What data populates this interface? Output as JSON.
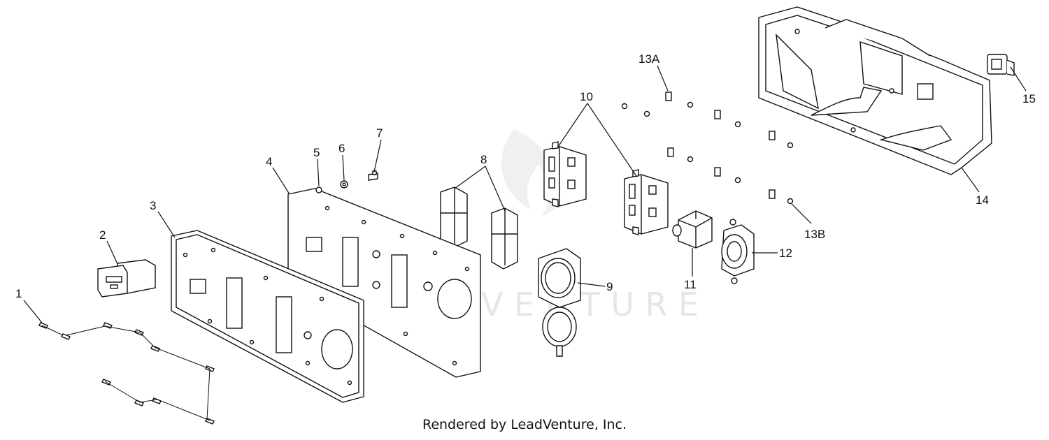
{
  "callouts": {
    "c1": "1",
    "c2": "2",
    "c3": "3",
    "c4": "4",
    "c5": "5",
    "c6": "6",
    "c7": "7",
    "c8": "8",
    "c9": "9",
    "c10": "10",
    "c11": "11",
    "c12": "12",
    "c13a": "13A",
    "c13b": "13B",
    "c14": "14",
    "c15": "15"
  },
  "watermark": "LEADVENTURE",
  "footer": "Rendered by LeadVenture, Inc."
}
